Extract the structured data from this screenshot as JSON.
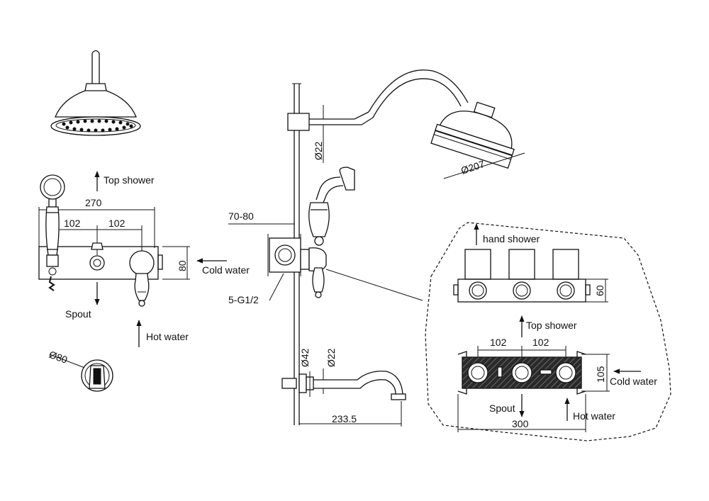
{
  "labels": {
    "top_shower_left": "Top shower",
    "dim_270": "270",
    "dim_102_a": "102",
    "dim_102_b": "102",
    "dim_80": "80",
    "cold_water_left": "Cold water",
    "spout_left": "Spout",
    "hot_water_left": "Hot water",
    "dia_80": "Ø80",
    "dim_70_80": "70-80",
    "thread": "5-G1/2",
    "dia_22_top": "Ø22",
    "dia_207": "Ø207",
    "dia_42": "Ø42",
    "dia_22_bottom": "Ø22",
    "dim_233_5": "233.5",
    "hand_shower": "hand shower",
    "dim_60": "60",
    "top_shower_right": "Top shower",
    "dim_102_c": "102",
    "dim_102_d": "102",
    "dim_105": "105",
    "cold_water_right": "Cold water",
    "spout_right": "Spout",
    "hot_water_right": "Hot water",
    "dim_300": "300"
  }
}
